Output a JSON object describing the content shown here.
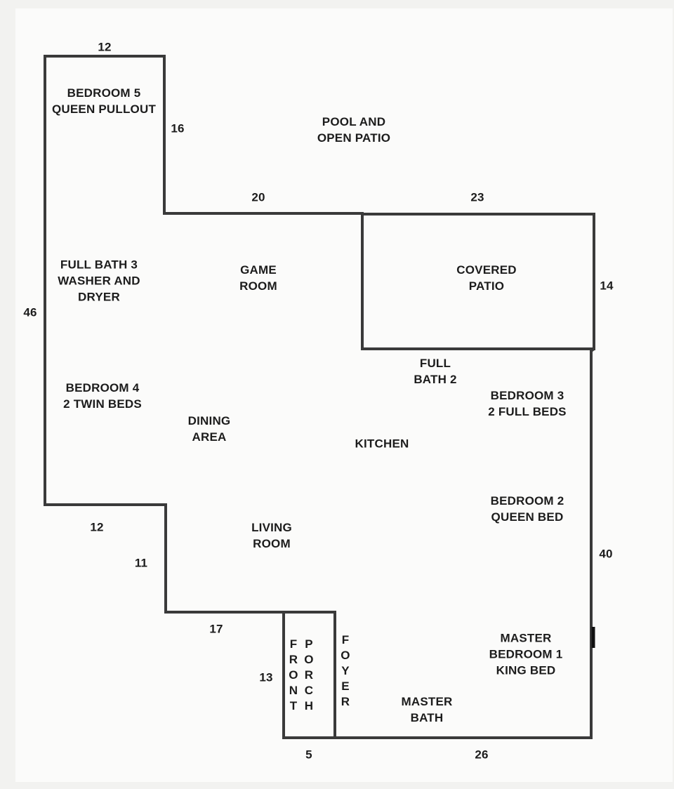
{
  "rooms": {
    "bedroom_5": [
      "BEDROOM 5",
      "QUEEN PULLOUT"
    ],
    "pool": [
      "POOL AND",
      "OPEN PATIO"
    ],
    "full_bath_3": [
      "FULL BATH 3",
      "WASHER AND",
      "DRYER"
    ],
    "game_room": [
      "GAME",
      "ROOM"
    ],
    "covered_patio": [
      "COVERED",
      "PATIO"
    ],
    "full_bath_2": [
      "FULL",
      "BATH 2"
    ],
    "bedroom_4": [
      "BEDROOM 4",
      "2 TWIN BEDS"
    ],
    "bedroom_3": [
      "BEDROOM 3",
      "2 FULL BEDS"
    ],
    "dining": [
      "DINING",
      "AREA"
    ],
    "kitchen": [
      "KITCHEN"
    ],
    "bedroom_2": [
      "BEDROOM 2",
      "QUEEN BED"
    ],
    "living_room": [
      "LIVING",
      "ROOM"
    ],
    "master_bedroom": [
      "MASTER",
      "BEDROOM 1",
      "KING BED"
    ],
    "master_bath": [
      "MASTER",
      "BATH"
    ],
    "front": [
      "F",
      "R",
      "O",
      "N",
      "T"
    ],
    "porch": [
      "P",
      "O",
      "R",
      "C",
      "H"
    ],
    "foyer": [
      "F",
      "O",
      "Y",
      "E",
      "R"
    ]
  },
  "dimensions": {
    "top_bedroom5": "12",
    "bedroom5_right": "16",
    "game_room_top": "20",
    "covered_patio_top": "23",
    "covered_patio_right": "14",
    "left_wall": "46",
    "bottom_left_step": "12",
    "left_step_vertical": "11",
    "porch_step_top": "17",
    "porch_left": "13",
    "porch_bottom": "5",
    "bottom_wall": "26",
    "right_wall": "40"
  },
  "colors": {
    "wall": "#3a3a3a",
    "text": "#1c1c1c",
    "paper": "#fbfbfa"
  }
}
